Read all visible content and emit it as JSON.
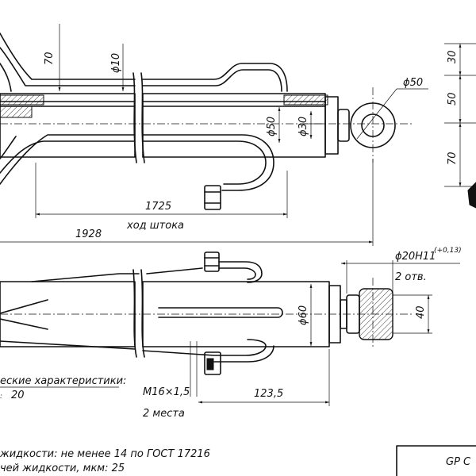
{
  "dimensions": {
    "d70_top": "70",
    "d_phi10": "ϕ10",
    "d_phi50_eye": "ϕ50",
    "d_phi50_rod": "ϕ50",
    "d_phi30": "ϕ30",
    "d_1725": "1725",
    "d_stroke_label": "ход штока",
    "d_1928": "1928",
    "d_right_30": "30",
    "d_right_50": "50",
    "d_right_70": "70",
    "d_phi20": "ϕ20H11",
    "d_phi20_tol": "(+0,13)",
    "d_2holes": "2 отв.",
    "d_phi60": "ϕ60",
    "d_40": "40",
    "d_m16": "M16×1,5",
    "d_2places": "2 места",
    "d_123_5": "123,5"
  },
  "notes": {
    "tech_title": "еские характеристики:",
    "tech_line1": "20",
    "note1": "жидкости: не менее 14 по ГОСТ 17216",
    "note2": "чей жидкости, мкм: 25"
  },
  "title_block": {
    "code": "GP C"
  }
}
